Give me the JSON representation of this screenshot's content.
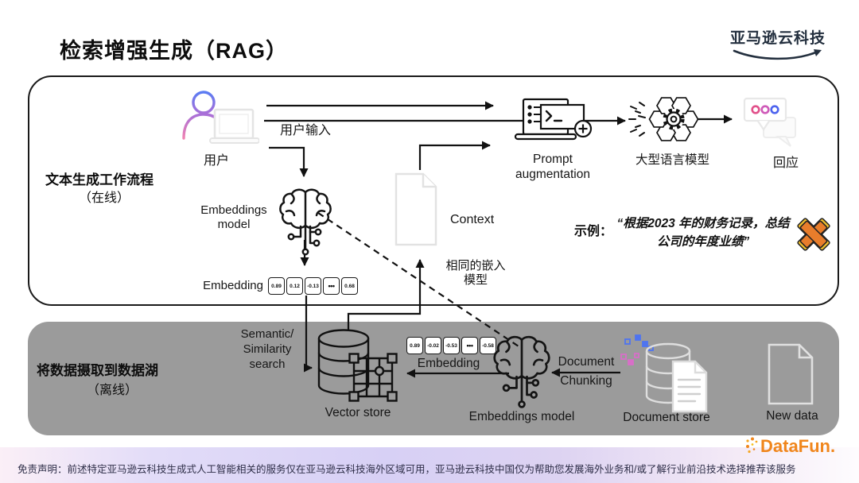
{
  "title": "检索增强生成（RAG）",
  "brand": "亚马逊云科技",
  "online": {
    "workflow_title": "文本生成工作流程",
    "workflow_subtitle": "（在线）",
    "user_label": "用户",
    "user_input_label": "用户输入",
    "embeddings_model_label": [
      "Embeddings",
      "model"
    ],
    "embedding_label": "Embedding",
    "embedding_vector": [
      "0.89",
      "0.12",
      "-0.13",
      "•••",
      "0.68"
    ],
    "context_label": "Context",
    "same_embedding_model": [
      "相同的嵌入",
      "模型"
    ],
    "prompt_augmentation": [
      "Prompt",
      "augmentation"
    ],
    "llm_label": "大型语言模型",
    "response_label": "回应",
    "example_label": "示例：",
    "example_quote": [
      "“根据2023 年的财务记录，总结",
      "公司的年度业绩”"
    ]
  },
  "offline": {
    "title": "将数据摄取到数据湖",
    "subtitle": "（离线）",
    "semantic_search": [
      "Semantic/",
      "Similarity",
      "search"
    ],
    "vector_store_label": "Vector store",
    "embedding_label": "Embedding",
    "embedding_vector": [
      "0.89",
      "-0.02",
      "-0.53",
      "•••",
      "-0.58"
    ],
    "embeddings_model_label": "Embeddings model",
    "document_chunking": [
      "Document",
      "Chunking"
    ],
    "document_store_label": "Document store",
    "new_data_label": "New data"
  },
  "footer": {
    "disclaimer": "免责声明：前述特定亚马逊云科技生成式人工智能相关的服务仅在亚马逊云科技海外区域可用，亚马逊云科技中国仅为帮助您发展海外业务和/或了解行业前沿技术选择推荐该服务",
    "datafun": "DataFun."
  },
  "colors": {
    "panel_gray": "#9B9B9B",
    "line_black": "#111111",
    "brand_navy": "#232F3E",
    "datafun_orange": "#F0861C",
    "gradient_blue": "#5B7BF0",
    "gradient_pink": "#E070C8",
    "x_orange": "#E87D2B",
    "x_yellow": "#F2C12E"
  }
}
